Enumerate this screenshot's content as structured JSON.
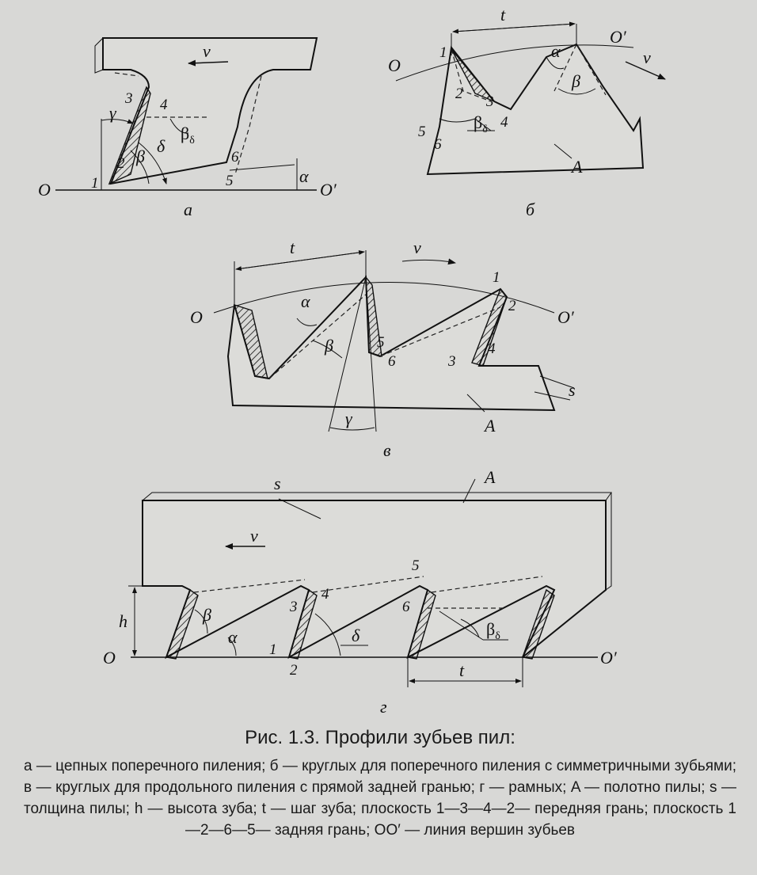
{
  "panels": {
    "a": {
      "label": "а",
      "axis_start": "O",
      "axis_end": "O′",
      "velocity": "v",
      "points": [
        "1",
        "2",
        "3",
        "4",
        "5",
        "6"
      ],
      "angles": [
        "γ",
        "δ",
        "β",
        "α"
      ],
      "beta_delta": "β",
      "beta_delta_sub": "δ"
    },
    "b": {
      "label": "б",
      "axis_start": "O",
      "axis_end": "O′",
      "velocity": "v",
      "pitch": "t",
      "blade": "A",
      "points": [
        "1",
        "2",
        "3",
        "4",
        "5",
        "6"
      ],
      "angles": [
        "α",
        "β"
      ],
      "beta_delta": "β",
      "beta_delta_sub": "δ"
    },
    "v": {
      "label": "в",
      "axis_start": "O",
      "axis_end": "O′",
      "velocity": "v",
      "pitch": "t",
      "blade": "A",
      "thickness": "s",
      "points": [
        "1",
        "2",
        "3",
        "4",
        "5",
        "6"
      ],
      "angles": [
        "α",
        "β",
        "γ"
      ]
    },
    "g": {
      "label": "г",
      "axis_start": "O",
      "axis_end": "O′",
      "velocity": "v",
      "pitch": "t",
      "blade": "A",
      "thickness": "s",
      "height": "h",
      "points": [
        "1",
        "2",
        "3",
        "4",
        "5",
        "6"
      ],
      "angles": [
        "β",
        "α",
        "δ"
      ],
      "beta_delta": "β",
      "beta_delta_sub": "δ"
    }
  },
  "caption": {
    "title": "Рис. 1.3. Профили зубьев пил:",
    "body": "а — цепных поперечного пиления; б — круглых для поперечного пиления с симметричными зубьями; в — круглых для продольного пиления с прямой задней гранью; г — рамных; A — полотно пилы; s — толщина пилы; h — высота зуба; t — шаг зуба; плоскость 1—3—4—2— передняя грань; плоскость 1—2—6—5— задняя грань; OO′ — линия вершин зубьев"
  }
}
